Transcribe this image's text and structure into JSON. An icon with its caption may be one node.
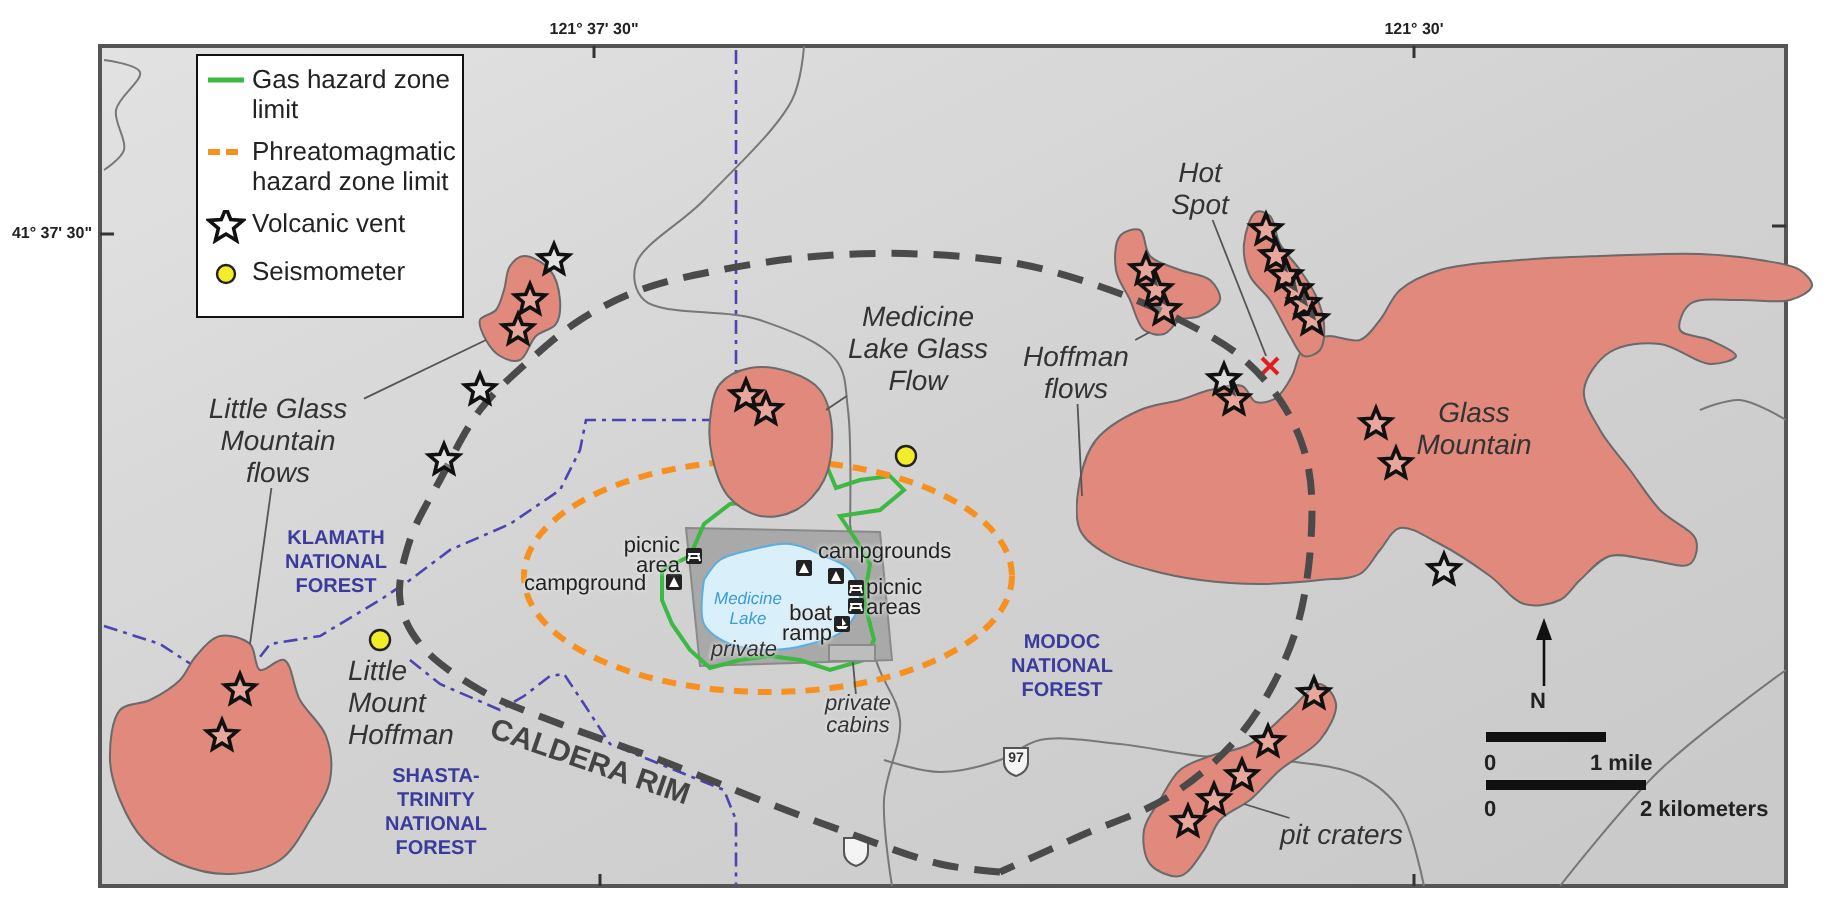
{
  "diagram": {
    "nodes": [
      {
        "text": [
          "Little Glass Mountain flows"
        ]
      },
      {
        "text": [],
        "shape": "blob"
      },
      {
        "text": [],
        "shape": "blob"
      },
      {
        "text": [
          "Medicine Lake Glass Flow"
        ]
      },
      {
        "text": [],
        "shape": "blob"
      },
      {
        "text": [
          "Hoffman flows"
        ]
      },
      {
        "text": [],
        "shape": "blob"
      },
      {
        "text": [
          "Glass Mountain"
        ]
      },
      {
        "text": [
          "Hot Spot"
        ]
      },
      {
        "text": [],
        "shape": "cross"
      },
      {
        "text": [
          "pit craters"
        ]
      },
      {
        "text": [],
        "shape": "blob"
      },
      {
        "text": [
          "private cabins"
        ]
      },
      {
        "text": [],
        "shape": "blob"
      },
      {
        "text": [],
        "shape": "box"
      }
    ],
    "edges": [
      {
        "from": 0,
        "to": 1,
        "arrow": "none"
      },
      {
        "from": 0,
        "to": 2,
        "arrow": "none"
      },
      {
        "from": 3,
        "to": 4,
        "arrow": "none"
      },
      {
        "from": 5,
        "to": 6,
        "arrow": "none"
      },
      {
        "from": 5,
        "to": 7,
        "arrow": "none"
      },
      {
        "from": 8,
        "to": 9,
        "arrow": "none"
      },
      {
        "from": 10,
        "to": 11,
        "arrow": "none"
      },
      {
        "from": 12,
        "to": 14,
        "arrow": "none"
      }
    ],
    "labels": [
      "121° 37' 30\"",
      "121° 30'",
      "41° 37' 30\"",
      "KLAMATH NATIONAL FOREST",
      "Little Mount Hoffman",
      "picnic area",
      "campground",
      "Medicine Lake",
      "campgrounds",
      "picnic areas",
      "boat ramp",
      "private",
      "MODOC NATIONAL FOREST",
      "N",
      "97",
      "0",
      "1 mile",
      "CALDERA RIM",
      "SHASTA-TRINITY NATIONAL FOREST",
      "0",
      "2 kilometers"
    ],
    "legend": [
      {
        "text": "Gas hazard zone limit"
      },
      {
        "text": "Phreatomagmatic hazard zone limit"
      },
      {
        "text": "Volcanic vent"
      },
      {
        "text": "Seismometer"
      }
    ]
  }
}
